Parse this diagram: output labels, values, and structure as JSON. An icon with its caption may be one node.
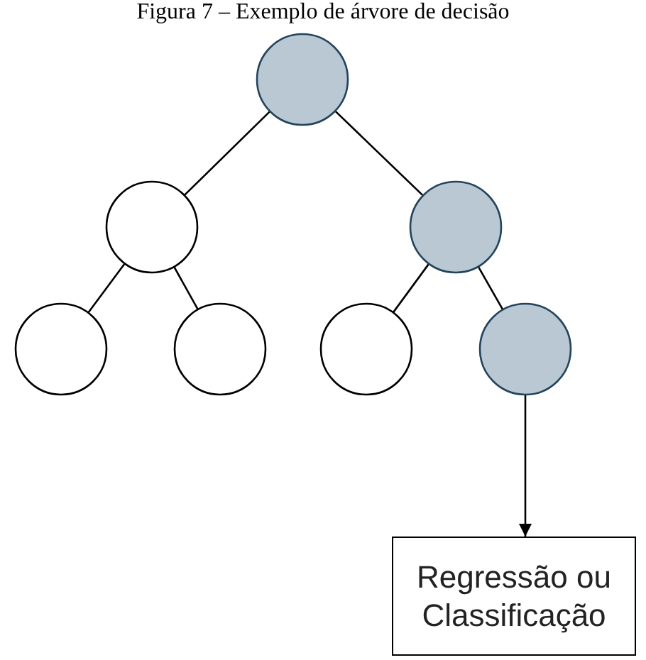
{
  "diagram": {
    "title": "Figura 7 – Exemplo de árvore de decisão",
    "nodes": [
      {
        "text": [],
        "shape": "circle"
      },
      {
        "text": [],
        "shape": "circle"
      },
      {
        "text": [],
        "shape": "circle"
      },
      {
        "text": [],
        "shape": "circle"
      },
      {
        "text": [],
        "shape": "circle"
      },
      {
        "text": [],
        "shape": "circle"
      },
      {
        "text": [],
        "shape": "circle"
      },
      {
        "text": [
          "Regressão ou Classificação"
        ]
      }
    ],
    "edges": [
      {
        "from": 0,
        "to": 1,
        "arrow": "none"
      },
      {
        "from": 0,
        "to": 2,
        "arrow": "none"
      },
      {
        "from": 1,
        "to": 3,
        "arrow": "none"
      },
      {
        "from": 1,
        "to": 4,
        "arrow": "none"
      },
      {
        "from": 2,
        "to": 5,
        "arrow": "none"
      },
      {
        "from": 2,
        "to": 6,
        "arrow": "none"
      },
      {
        "from": 6,
        "to": 7,
        "arrow": "to"
      }
    ]
  }
}
